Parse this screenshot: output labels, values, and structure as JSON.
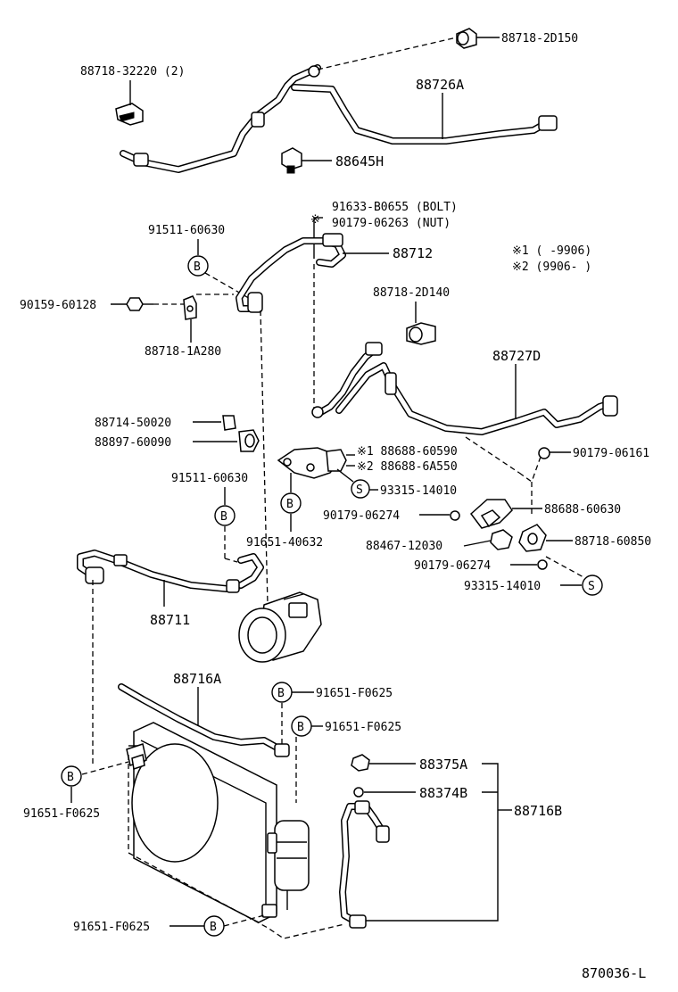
{
  "parts": {
    "p_88718_2D150": "88718-2D150",
    "p_88718_32220": "88718-32220 (2)",
    "p_88726A": "88726A",
    "p_88645H": "88645H",
    "p_91633_B0655": "91633-B0655 (BOLT)",
    "p_90179_06263": "90179-06263 (NUT)",
    "p_91511_60630_a": "91511-60630",
    "p_88712": "88712",
    "p_note1": "※1 (      -9906)",
    "p_note2": "※2 (9906-      )",
    "p_90159_60128": "90159-60128",
    "p_88718_1A280": "88718-1A280",
    "p_88718_2D140": "88718-2D140",
    "p_88727D": "88727D",
    "p_88714_50020": "88714-50020",
    "p_88897_60090": "88897-60090",
    "p_88688_60590": "※1 88688-60590",
    "p_88688_6A550": "※2 88688-6A550",
    "p_90179_06161": "90179-06161",
    "p_91511_60630_b": "91511-60630",
    "p_93315_14010_a": "93315-14010",
    "p_90179_06274_a": "90179-06274",
    "p_88688_60630": "88688-60630",
    "p_91651_40632": "91651-40632",
    "p_88467_12030": "88467-12030",
    "p_88718_60850": "88718-60850",
    "p_90179_06274_b": "90179-06274",
    "p_93315_14010_b": "93315-14010",
    "p_88711": "88711",
    "p_88716A": "88716A",
    "p_91651_F0625_a": "91651-F0625",
    "p_91651_F0625_b": "91651-F0625",
    "p_88375A": "88375A",
    "p_88374B": "88374B",
    "p_88716B": "88716B",
    "p_91651_F0625_c": "91651-F0625",
    "p_91651_F0625_d": "91651-F0625"
  },
  "markers": {
    "b": "B",
    "s": "S",
    "star": "※"
  },
  "diagram_id": "870036-L"
}
